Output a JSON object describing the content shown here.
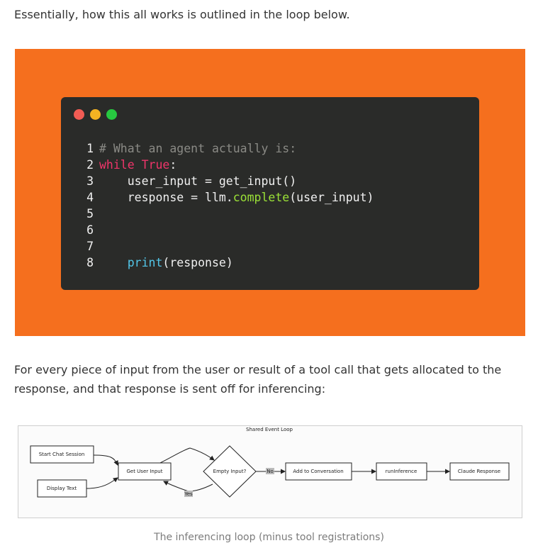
{
  "intro_text": "Essentially, how this all works is outlined in the loop below.",
  "code_window": {
    "colors": {
      "background": "#f56f1e",
      "window": "#2a2b29",
      "dot_red": "#f25c54",
      "dot_yellow": "#f4b322",
      "dot_green": "#27c840"
    },
    "line_numbers": [
      "1",
      "2",
      "3",
      "4",
      "5",
      "6",
      "7",
      "8"
    ],
    "lines": {
      "l1_comment": "# What an agent actually is:",
      "l2_while": "while",
      "l2_true": "True",
      "l2_colon": ":",
      "l3": "    user_input = get_input()",
      "l4_pre": "    response = llm.",
      "l4_fn": "complete",
      "l4_post": "(user_input)",
      "l8_indent": "    ",
      "l8_fn": "print",
      "l8_post": "(response)"
    }
  },
  "body_text": "For every piece of input from the user or result of a tool call that gets allocated to the response, and that response is sent off for inferencing:",
  "diagram": {
    "title": "Shared Event Loop",
    "nodes": {
      "start": "Start Chat Session",
      "display": "Display Text",
      "get_input": "Get User Input",
      "empty": "Empty Input?",
      "add": "Add to Conversation",
      "run": "runInference",
      "claude": "Claude Response"
    },
    "edges": {
      "no": "No",
      "yes": "Yes"
    }
  },
  "caption": "The inferencing loop (minus tool registrations)"
}
